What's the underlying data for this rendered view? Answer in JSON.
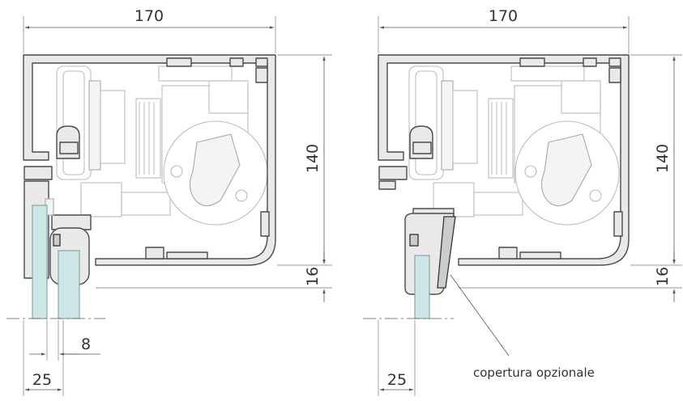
{
  "left": {
    "width": "170",
    "height": "140",
    "bottom": "16",
    "offset": "8",
    "edge": "25"
  },
  "right": {
    "width": "170",
    "height": "140",
    "bottom": "16",
    "edge": "25",
    "note": "copertura opzionale"
  },
  "colors": {
    "profile": "#e9e9e9",
    "outline": "#4a4a4a",
    "glass": "#cfe6e7",
    "mechanism": "#bbbbbb"
  }
}
